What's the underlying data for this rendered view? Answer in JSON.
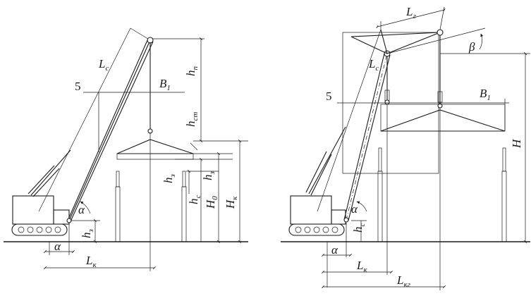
{
  "left_diagram": {
    "labels": {
      "boom_length": {
        "main": "L",
        "sub": "c"
      },
      "level_mark": "5",
      "building_width": {
        "main": "B",
        "sub": "1"
      },
      "lift_height": {
        "main": "h",
        "sub": "п"
      },
      "sling_height": {
        "main": "h",
        "sub": "ст"
      },
      "clearance_left": {
        "main": "h",
        "sub": "з"
      },
      "clearance_right": {
        "main": "h",
        "sub": "з"
      },
      "element_height": {
        "main": "h",
        "sub": "c"
      },
      "mount_height": {
        "main": "H",
        "sub": "0"
      },
      "hook_height": {
        "main": "H",
        "sub": "к"
      },
      "hinge_height": {
        "main": "h",
        "sub": "з"
      },
      "boom_angle": "α",
      "hinge_offset": "α",
      "reach": {
        "main": "L",
        "sub": "к"
      }
    }
  },
  "right_diagram": {
    "labels": {
      "jib_length": {
        "main": "L",
        "sub": "г"
      },
      "jib_angle": "β",
      "boom_length": {
        "main": "L",
        "sub": "c"
      },
      "level_mark": "5",
      "building_width": {
        "main": "B",
        "sub": "1"
      },
      "total_height": "H",
      "element_height": {
        "main": "h",
        "sub": "c"
      },
      "boom_angle": "α",
      "hinge_offset": "α",
      "reach": {
        "main": "L",
        "sub": "к"
      },
      "jib_reach": {
        "main": "L",
        "sub": "кг"
      }
    }
  }
}
